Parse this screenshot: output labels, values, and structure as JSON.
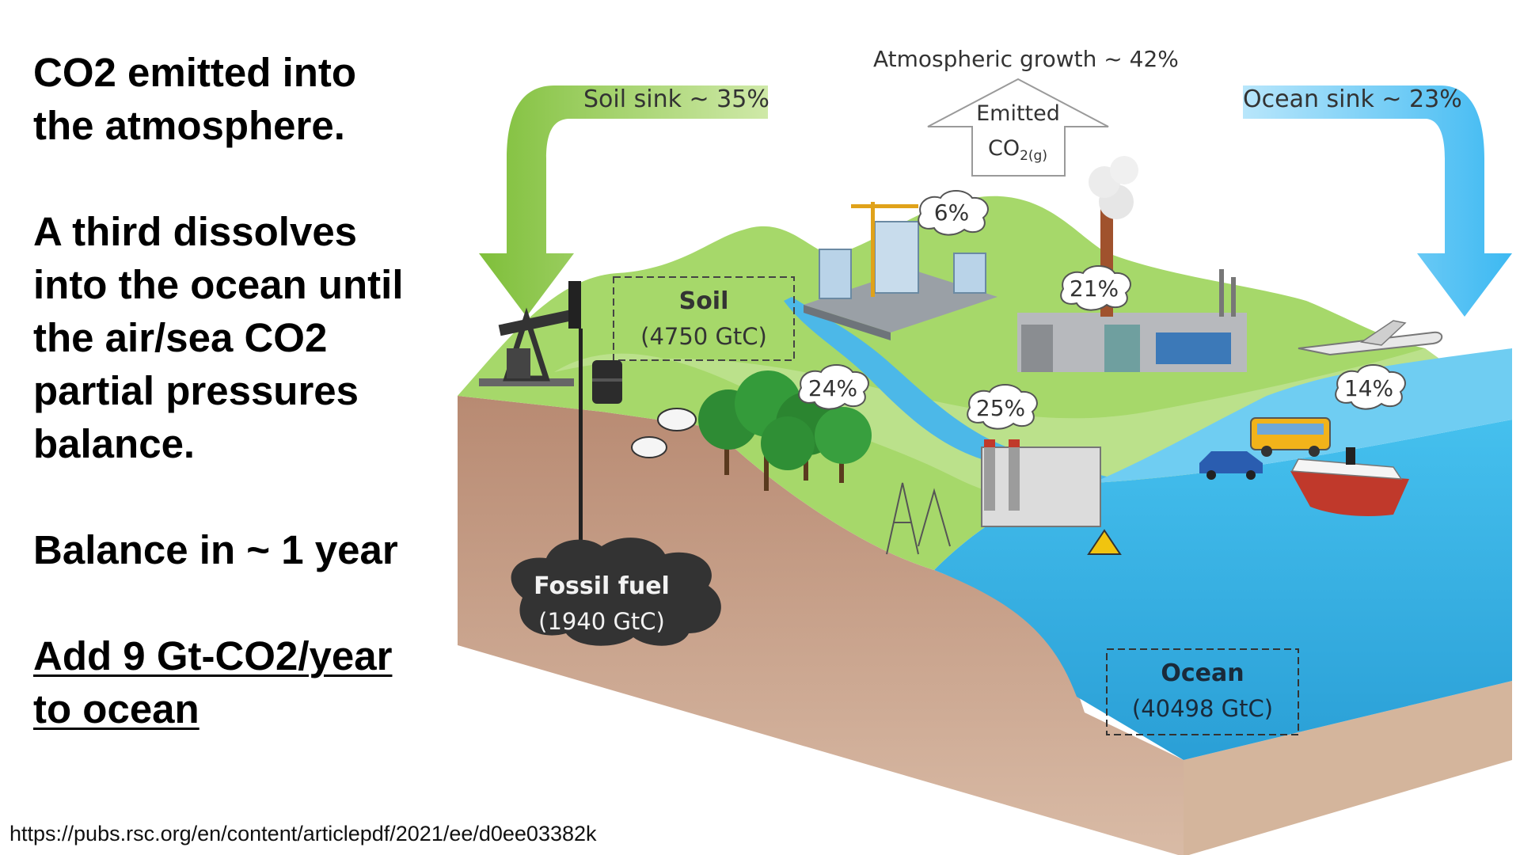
{
  "left_text": {
    "line1": "CO2 emitted into",
    "line2": "the atmosphere.",
    "para2_l1": "A third dissolves",
    "para2_l2": "into the ocean until",
    "para2_l3": "the air/sea CO2",
    "para2_l4": "partial pressures",
    "para2_l5": "balance.",
    "balance": "Balance in ~ 1 year",
    "add_l1": "Add 9 Gt-CO2/year",
    "add_l2": "to ocean"
  },
  "source_url": "https://pubs.rsc.org/en/content/articlepdf/2021/ee/d0ee03382k",
  "diagram": {
    "soil_sink": "Soil sink ~ 35%",
    "ocean_sink": "Ocean sink ~ 23%",
    "atmospheric_growth": "Atmospheric growth ~ 42%",
    "emitted_l1": "Emitted",
    "emitted_l2": "CO",
    "emitted_sub": "2(g)",
    "soil_title": "Soil",
    "soil_value": "(4750 GtC)",
    "fossil_title": "Fossil fuel",
    "fossil_value": "(1940 GtC)",
    "ocean_title": "Ocean",
    "ocean_value": "(40498 GtC)",
    "pct_buildings": "6%",
    "pct_industry": "21%",
    "pct_forest": "24%",
    "pct_power": "25%",
    "pct_transport": "14%"
  },
  "colors": {
    "soil_arrow": "#8cc63f",
    "ocean_arrow": "#4fc3f7",
    "land_green": "#a6d86a",
    "earth_brown": "#c9a48a",
    "ocean_blue": "#3cb4e6",
    "fossil_dark": "#333333"
  }
}
